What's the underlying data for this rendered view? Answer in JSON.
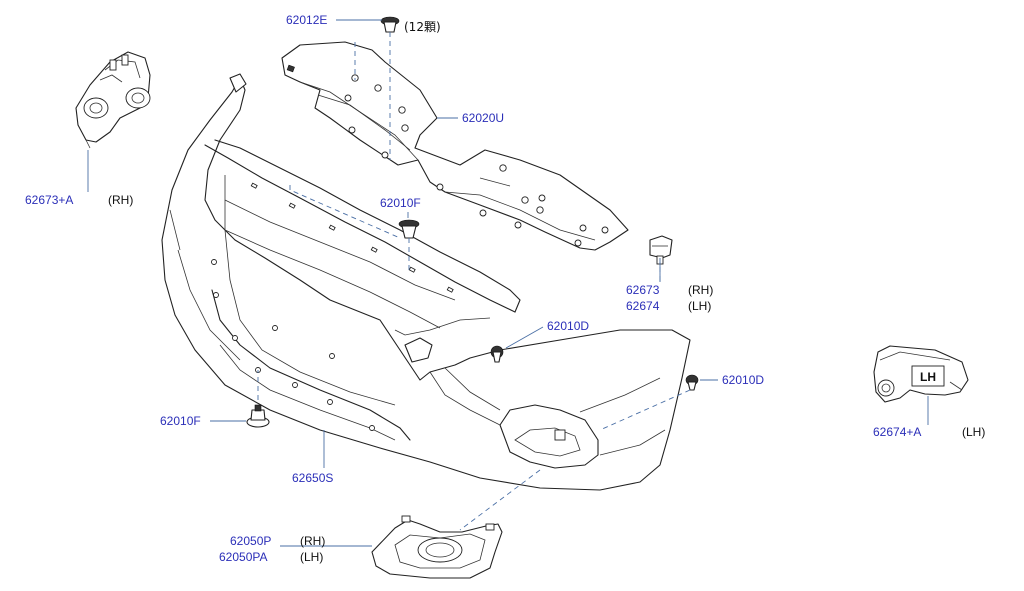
{
  "labels": {
    "p62012E": "62012E",
    "qty12": "(12顆)",
    "p62020U": "62020U",
    "p62673A": "62673+A",
    "rh1": "(RH)",
    "p62010F_top": "62010F",
    "p62673": "62673",
    "rh2": "(RH)",
    "p62674": "62674",
    "lh2": "(LH)",
    "p62010D_mid": "62010D",
    "p62010D_right": "62010D",
    "p62010F_left": "62010F",
    "p62650S": "62650S",
    "p62674A": "62674+A",
    "lh1": "(LH)",
    "p62050P": "62050P",
    "rh3": "(RH)",
    "p62050PA": "62050PA",
    "lh3": "(LH)",
    "bracket_mark": "LH"
  },
  "colors": {
    "label_blue": "#2b2fb8",
    "leader_blue": "#4a6fa5",
    "line_black": "#222222"
  }
}
